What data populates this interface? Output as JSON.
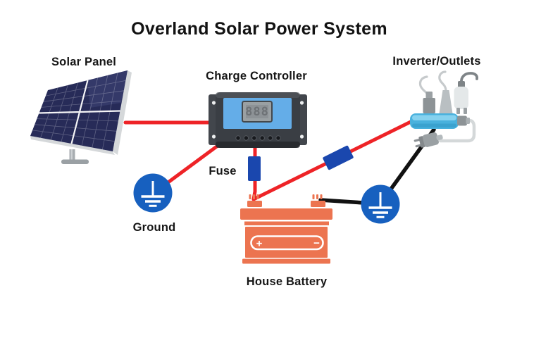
{
  "title": "Overland Solar Power System",
  "components": {
    "solar_panel": {
      "label": "Solar Panel"
    },
    "charge_controller": {
      "label": "Charge Controller",
      "display": "888"
    },
    "inverter_outlets": {
      "label": "Inverter/Outlets"
    },
    "fuse": {
      "label": "Fuse"
    },
    "ground": {
      "label": "Ground"
    },
    "house_battery": {
      "label": "House Battery",
      "positive_terminal": "+",
      "negative_terminal": "−"
    }
  },
  "colors": {
    "wire_positive": "#ee2327",
    "wire_negative": "#111111",
    "ground_symbol": "#1760bf",
    "fuse_body": "#1a47ae",
    "battery": "#ec7450",
    "power_strip": "#49b1dd",
    "panel": "#272b58"
  }
}
